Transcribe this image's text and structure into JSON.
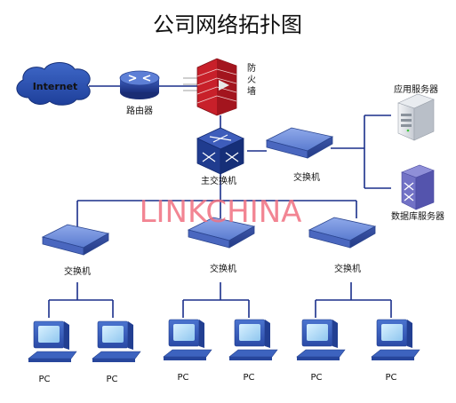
{
  "title": "公司网络拓扑图",
  "watermark": "LINKCHINA",
  "nodes": {
    "internet": "Internet",
    "router": "路由器",
    "firewall_line1": "防",
    "firewall_line2": "火",
    "firewall_line3": "墙",
    "core_switch": "主交换机",
    "switch_top": "交换机",
    "app_server": "应用服务器",
    "db_server": "数据库服务器",
    "switch_left": "交换机",
    "switch_mid": "交换机",
    "switch_right": "交换机"
  },
  "pcs": [
    "PC",
    "PC",
    "PC",
    "PC",
    "PC",
    "PC"
  ],
  "colors": {
    "line": "#1a2f8a",
    "device_blue": "#5a7bd0",
    "watermark": "#f07080",
    "firewall": "#c8202a"
  }
}
